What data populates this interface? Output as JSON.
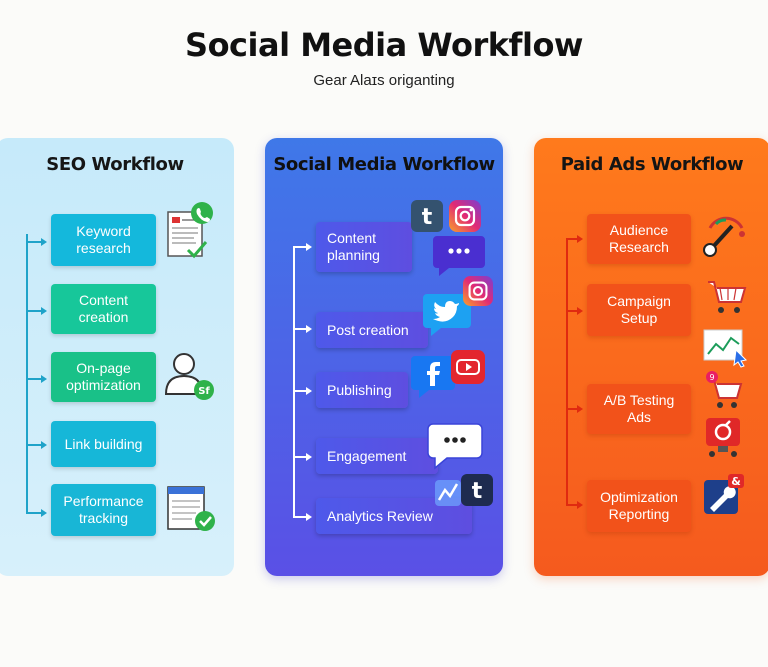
{
  "header": {
    "title": "Social Media Workflow",
    "subtitle": "Gear Alаɪs origanting"
  },
  "panels": {
    "seo": {
      "title": "SEO Workflow",
      "steps": [
        "Keyword research",
        "Content creation",
        "On-page optimization",
        "Link building",
        "Performance tracking"
      ]
    },
    "social": {
      "title": "Social Media Workflow",
      "steps": [
        "Content planning",
        "Post creation",
        "Publishing",
        "Engagement",
        "Analytics Review"
      ]
    },
    "paid": {
      "title": "Paid Ads Workflow",
      "steps": [
        "Audience Research",
        "Campaign Setup",
        "A/B Testing Ads",
        "Optimization Reporting"
      ]
    }
  },
  "colors": {
    "seo_connector": "#1fa3c9",
    "social_connector": "#ffffff",
    "paid_connector": "#e02a10",
    "seo_steps": [
      "#14b8dc",
      "#17c79a",
      "#19c188",
      "#16b7d8",
      "#18b6d6"
    ]
  }
}
